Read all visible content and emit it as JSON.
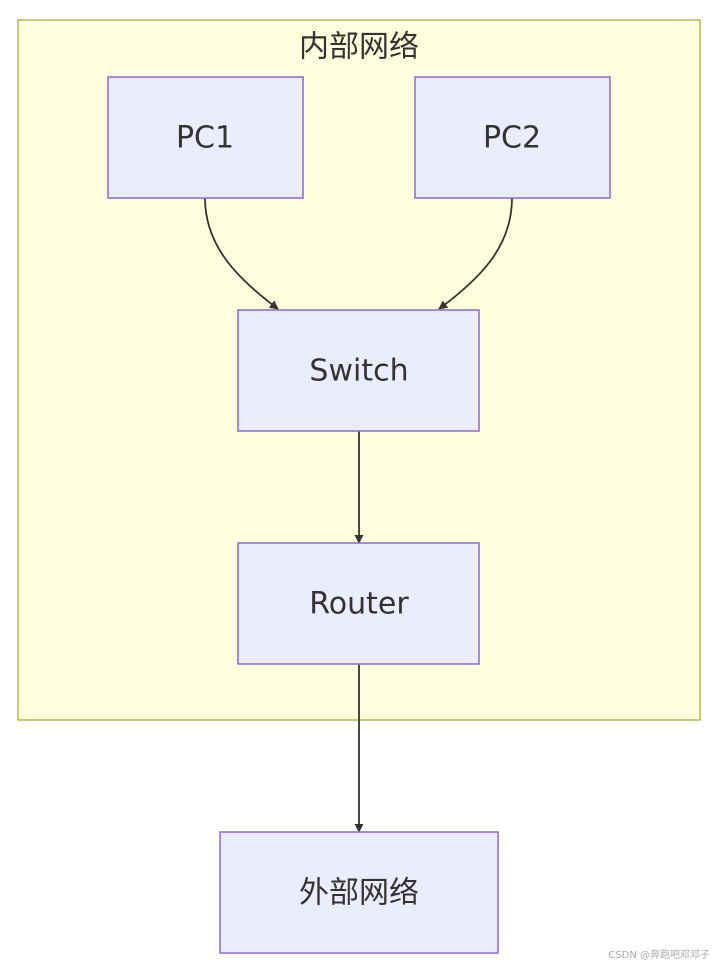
{
  "diagram": {
    "subgraph": {
      "title": "内部网络",
      "fill": "#ffffde",
      "stroke": "#aaaa33"
    },
    "nodes": {
      "pc1": {
        "label": "PC1"
      },
      "pc2": {
        "label": "PC2"
      },
      "switch": {
        "label": "Switch"
      },
      "router": {
        "label": "Router"
      },
      "external": {
        "label": "外部网络"
      }
    },
    "edges": [
      {
        "from": "PC1",
        "to": "Switch"
      },
      {
        "from": "PC2",
        "to": "Switch"
      },
      {
        "from": "Switch",
        "to": "Router"
      },
      {
        "from": "Router",
        "to": "外部网络"
      }
    ],
    "colors": {
      "node_fill": "#ececff",
      "node_stroke": "#9370db",
      "edge": "#333333",
      "text": "#333333"
    }
  },
  "watermark": "CSDN @奔跑吧邓邓子"
}
